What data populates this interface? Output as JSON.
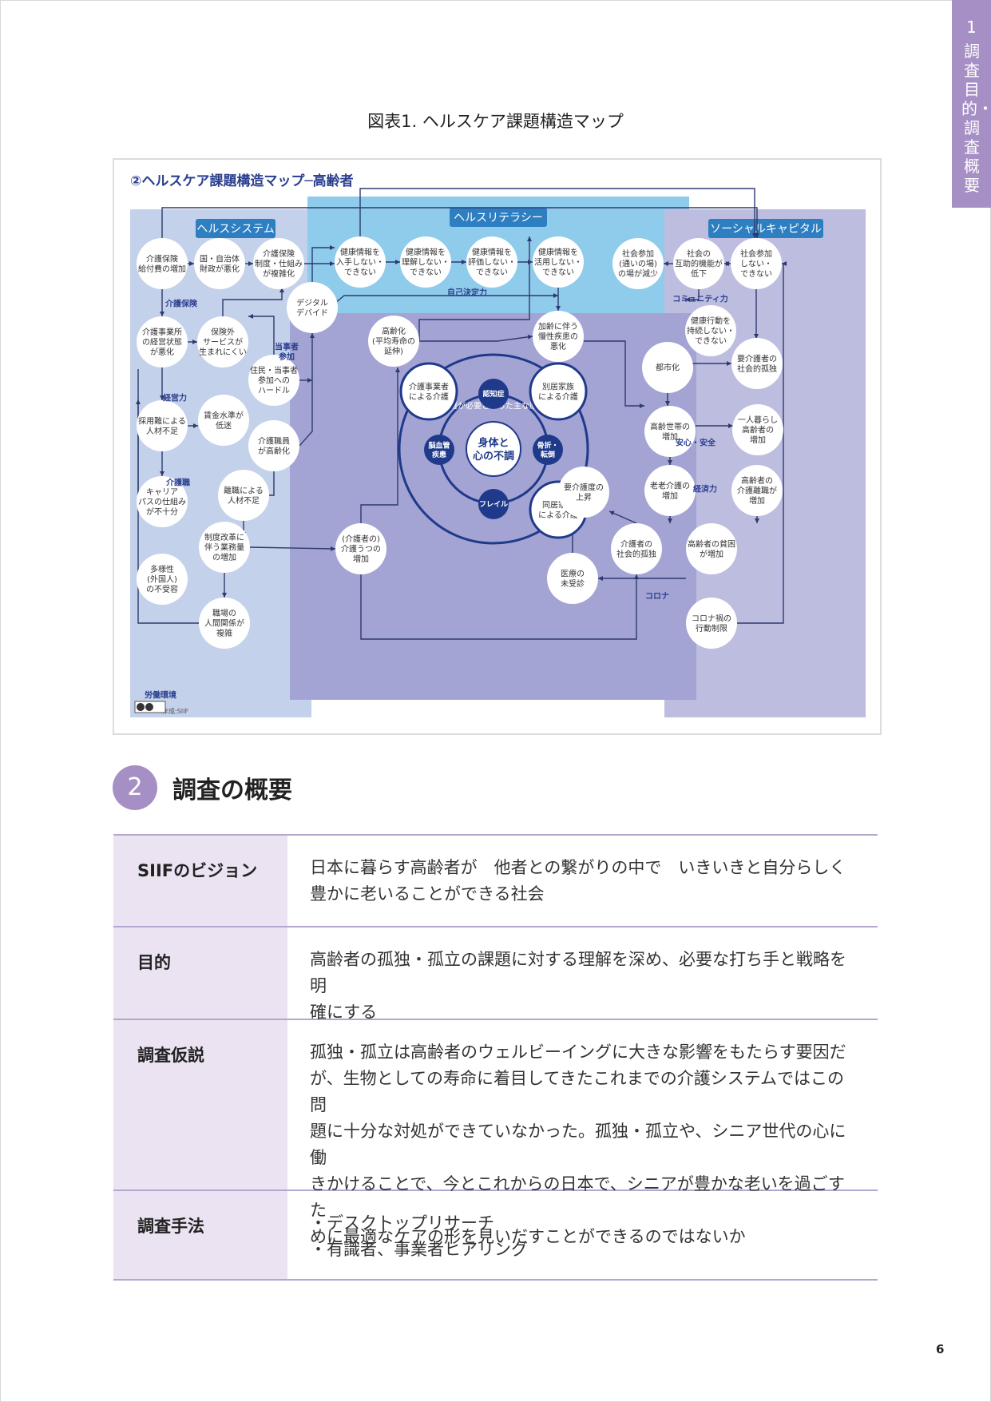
{
  "side_tab": {
    "number": "1",
    "label": "調査目的・調査概要"
  },
  "figure": {
    "title": "図表1. ヘルスケア課題構造マップ",
    "map_title": "②ヘルスケア課題構造マップ─高齢者",
    "zones": {
      "health_system": "ヘルスシステム",
      "health_literacy": "ヘルスリテラシー",
      "social_capital": "ソーシャルキャピタル"
    },
    "labels": {
      "kaigo_hoken": "介護保険",
      "tojisha_sanka": "当事者\n参加",
      "keieiryoku": "経営力",
      "kaigoshoku": "介護職",
      "rodo_kankyo": "労働環境",
      "jiko_kettei": "自己決定力",
      "community": "コミュニティ力",
      "anshin": "安心・安全",
      "keizai": "経済力",
      "corona": "コロナ",
      "credit": "作成:SIIF"
    },
    "nodes": {
      "n1": "介護保険\n給付費の増加",
      "n2": "国・自治体\n財政が悪化",
      "n3": "介護保険\n制度・仕組み\nが複雑化",
      "n4": "健康情報を\n入手しない・\nできない",
      "n5": "健康情報を\n理解しない・\nできない",
      "n6": "健康情報を\n評価しない・\nできない",
      "n7": "健康情報を\n活用しない・\nできない",
      "n8": "社会参加\n(通いの場)\nの場が減少",
      "n9": "社会の\n互助的機能が\n低下",
      "n10": "社会参加\nしない・\nできない",
      "n11": "デジタル\nデバイド",
      "n12": "介護事業所\nの経営状態\nが悪化",
      "n13": "保険外\nサービスが\n生まれにくい",
      "n14": "住民・当事者\n参加への\nハードル",
      "n15": "高齢化\n(平均寿命の\n延伸)",
      "n16": "加齢に伴う\n慢性疾患の\n悪化",
      "n17": "健康行動を\n持続しない・\nできない",
      "n18": "都市化",
      "n19": "要介護者の\n社会的孤独",
      "n20": "採用難による\n人材不足",
      "n21": "賃金水準が\n低迷",
      "n22": "介護職員\nが高齢化",
      "n23": "高齢世帯の\n増加",
      "n24": "一人暮らし\n高齢者の\n増加",
      "n25": "キャリア\nパスの仕組み\nが不十分",
      "n26": "離職による\n人材不足",
      "n27": "要介護度の\n上昇",
      "n28": "老老介護の\n増加",
      "n29": "高齢者の\n介護離職が\n増加",
      "n30": "制度改革に\n伴う業務量\nの増加",
      "n31": "(介護者の)\n介護うつの\n増加",
      "n32": "介護者の\n社会的孤独",
      "n33": "高齢者の貧困\nが増加",
      "n34": "多様性\n(外国人)\nの不受容",
      "n35": "医療の\n未受診",
      "n36": "職場の\n人間関係が\n複雑",
      "n37": "コロナ禍の\n行動制限"
    },
    "center": {
      "core": "身体と\n心の不調",
      "ring_label": "介護が必要となった主な原因",
      "causes": {
        "dementia": "認知症",
        "stroke": "脳血管\n疾患",
        "fracture": "骨折・\n転倒",
        "frailty": "フレイル"
      },
      "carers": {
        "provider": "介護事業者\nによる介護",
        "separate": "別居家族\nによる介護",
        "cohabiting": "同居家族\nによる介護"
      }
    }
  },
  "section": {
    "number": "2",
    "title": "調査の概要"
  },
  "overview": [
    {
      "key": "SIIFのビジョン",
      "lines": [
        "日本に暮らす高齢者が　他者との繋がりの中で　いきいきと自分らしく",
        "豊かに老いることができる社会"
      ]
    },
    {
      "key": "目的",
      "lines": [
        "高齢者の孤独・孤立の課題に対する理解を深め、必要な打ち手と戦略を明",
        "確にする"
      ]
    },
    {
      "key": "調査仮説",
      "lines": [
        "孤独・孤立は高齢者のウェルビーイングに大きな影響をもたらす要因だ",
        "が、生物としての寿命に着目してきたこれまでの介護システムではこの問",
        "題に十分な対処ができていなかった。孤独・孤立や、シニア世代の心に働",
        "きかけることで、今とこれからの日本で、シニアが豊かな老いを過ごすた",
        "めに最適なケアの形を見いだすことができるのではないか"
      ]
    },
    {
      "key": "調査手法",
      "lines": [
        "・デスクトップリサーチ",
        "・有識者、事業者ヒアリング"
      ]
    }
  ],
  "page_number": "6"
}
